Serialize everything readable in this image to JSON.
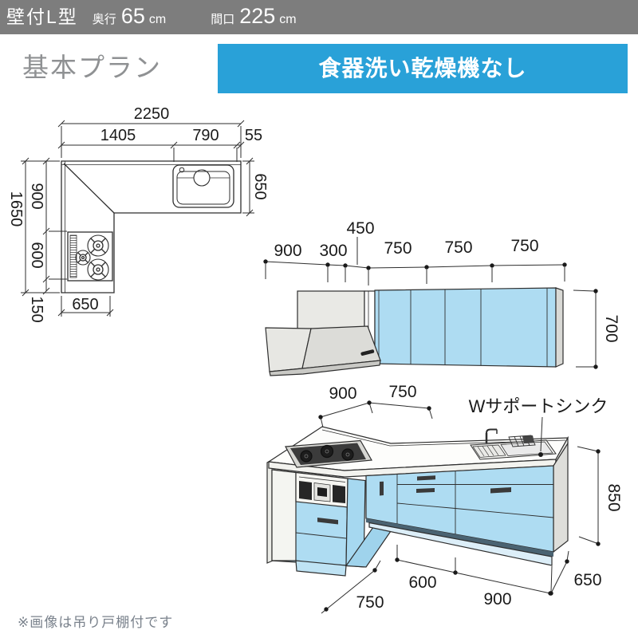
{
  "header": {
    "type_label": "壁付L型",
    "depth_label": "奥行",
    "depth_value": "65",
    "depth_unit": "cm",
    "width_label": "間口",
    "width_value": "225",
    "width_unit": "cm"
  },
  "plan_title": "基本プラン",
  "badge": {
    "label": "食器洗い乾燥機なし"
  },
  "footnote": "※画像は吊り戸棚付です",
  "colors": {
    "header_bg": "#7d7d7d",
    "accent": "#29a1d8",
    "cabinet_blue": "#aedcf2",
    "line": "#2e2e2e",
    "title_gray": "#8f9193"
  },
  "plan": {
    "w_total": "2250",
    "w_1405": "1405",
    "w_790": "790",
    "w_55": "55",
    "h_total": "1650",
    "h_900": "900",
    "h_600": "600",
    "h_150": "150",
    "right_650": "650",
    "bottom_650": "650"
  },
  "elev": {
    "d900": "900",
    "d300": "300",
    "d450": "450",
    "d750a": "750",
    "d750b": "750",
    "d750c": "750",
    "h700": "700"
  },
  "persp": {
    "b900": "900",
    "b750": "750",
    "sink": "Wサポートシンク",
    "h850": "850",
    "d650": "650",
    "f900": "900",
    "f600": "600",
    "f750": "750"
  }
}
